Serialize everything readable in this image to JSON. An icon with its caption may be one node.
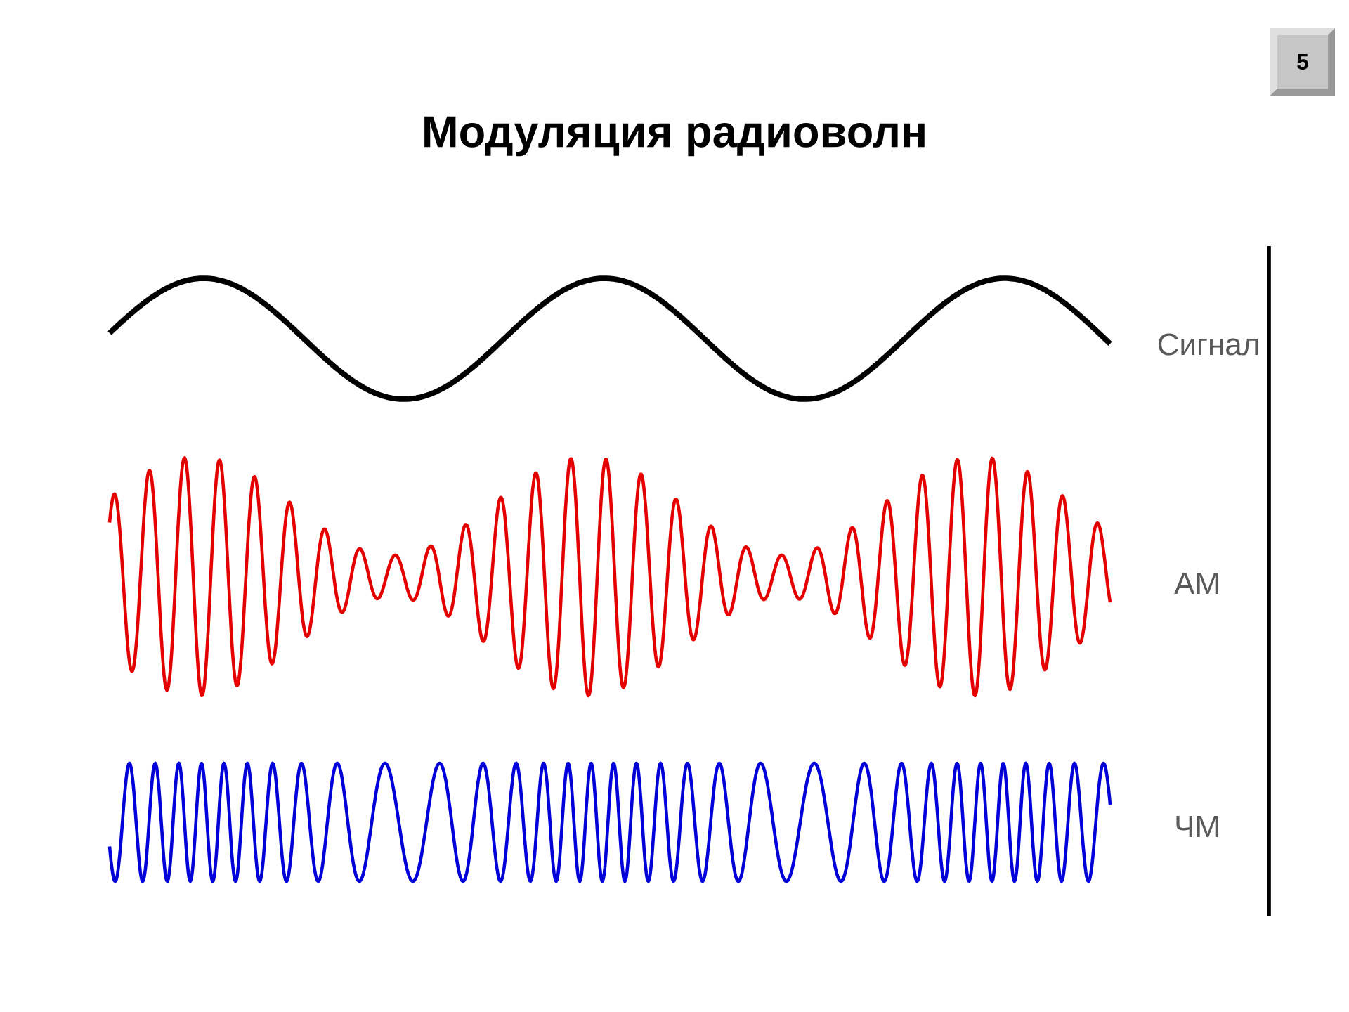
{
  "diagram": {
    "title": "Модуляция радиоволн",
    "nodes": [
      {
        "text": [
          "5"
        ]
      }
    ],
    "labels": [
      "Сигнал",
      "АМ",
      "ЧМ"
    ]
  }
}
